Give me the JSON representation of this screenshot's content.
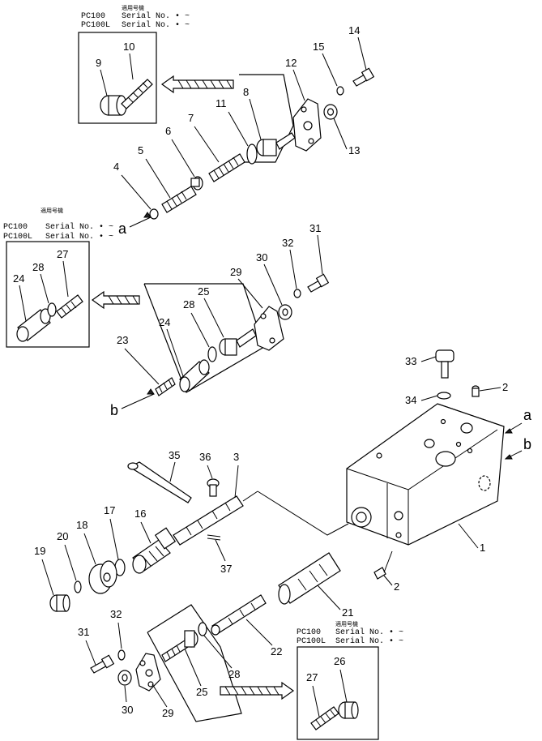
{
  "serial_notes": {
    "heading_jp": "適用号機",
    "line1_model": "PC100",
    "line1_text": "Serial No. • ~",
    "line2_model": "PC100L",
    "line2_text": "Serial No. • ~"
  },
  "callouts": {
    "c1": "1",
    "c2": "2",
    "c3": "3",
    "c4": "4",
    "c5": "5",
    "c6": "6",
    "c7": "7",
    "c8": "8",
    "c9": "9",
    "c10": "10",
    "c11": "11",
    "c12": "12",
    "c13": "13",
    "c14": "14",
    "c15": "15",
    "c16": "16",
    "c17": "17",
    "c18": "18",
    "c19": "19",
    "c20": "20",
    "c21": "21",
    "c22": "22",
    "c23": "23",
    "c24": "24",
    "c25": "25",
    "c26": "26",
    "c27": "27",
    "c28": "28",
    "c29": "29",
    "c30": "30",
    "c31": "31",
    "c32": "32",
    "c33": "33",
    "c34": "34",
    "c35": "35",
    "c36": "36",
    "c37": "37"
  },
  "port_letters": {
    "a": "a",
    "b": "b"
  }
}
